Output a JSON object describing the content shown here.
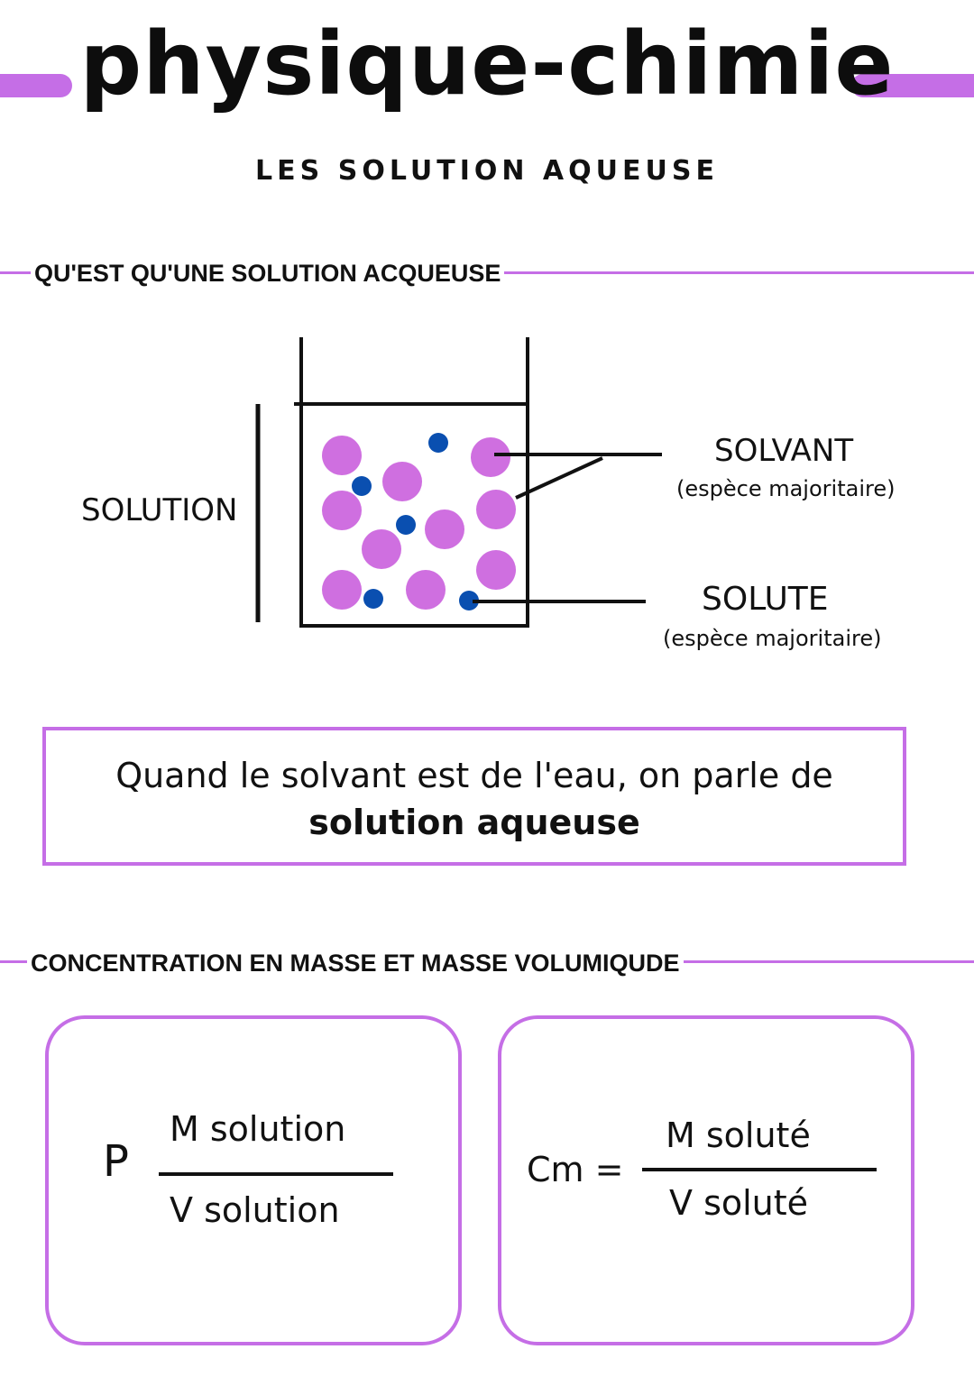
{
  "header": {
    "title": "physique-chimie",
    "subtitle": "LES SOLUTION AQUEUSE"
  },
  "section1": {
    "title": "QU'EST QU'UNE SOLUTION ACQUEUSE",
    "diagram": {
      "solution_label": "SOLUTION",
      "solvant_label": "SOLVANT",
      "solvant_note": "(espèce majoritaire)",
      "solute_label": "SOLUTE",
      "solute_note": "(espèce majoritaire)"
    },
    "callout": {
      "line1": "Quand le solvant est de l'eau, on parle de",
      "line2": "solution aqueuse"
    }
  },
  "section2": {
    "title": "CONCENTRATION EN MASSE ET MASSE VOLUMIQUDE",
    "formula_left": {
      "symbol": "P",
      "numerator": "M solution",
      "denominator": "V solution"
    },
    "formula_right": {
      "symbol": "Cm =",
      "numerator": "M soluté",
      "denominator": "V soluté"
    }
  },
  "colors": {
    "accent": "#c56ee6",
    "solvant_particle": "#cf6fe0",
    "solute_particle": "#0a4fb0"
  }
}
